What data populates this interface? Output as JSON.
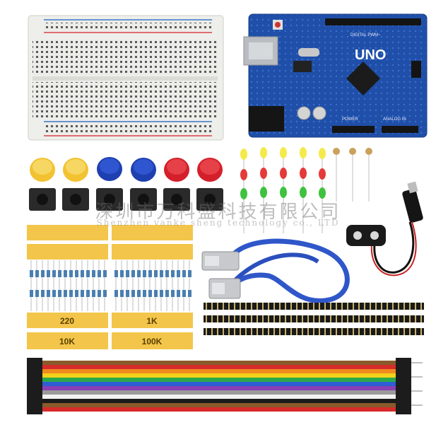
{
  "board": {
    "model": "UNO",
    "header_top": "DIGITAL PWM~",
    "power_label": "POWER",
    "analog_label": "ANALOG IN"
  },
  "resistor_labels": [
    "220",
    "1K",
    "10K",
    "100K"
  ],
  "watermark": {
    "chinese": "深圳市万科盛科技有限公司",
    "english": "Shenzhen vanke sheng technology co., LTD"
  },
  "colors": {
    "board_blue": "#1f4fa8",
    "breadboard": "#eeeeea",
    "label_yellow": "#f3c54a",
    "cap_yellow": "#f2c230",
    "cap_blue": "#1e3fb0",
    "cap_red": "#d41f2a",
    "usb_cable": "#2f57c9"
  }
}
